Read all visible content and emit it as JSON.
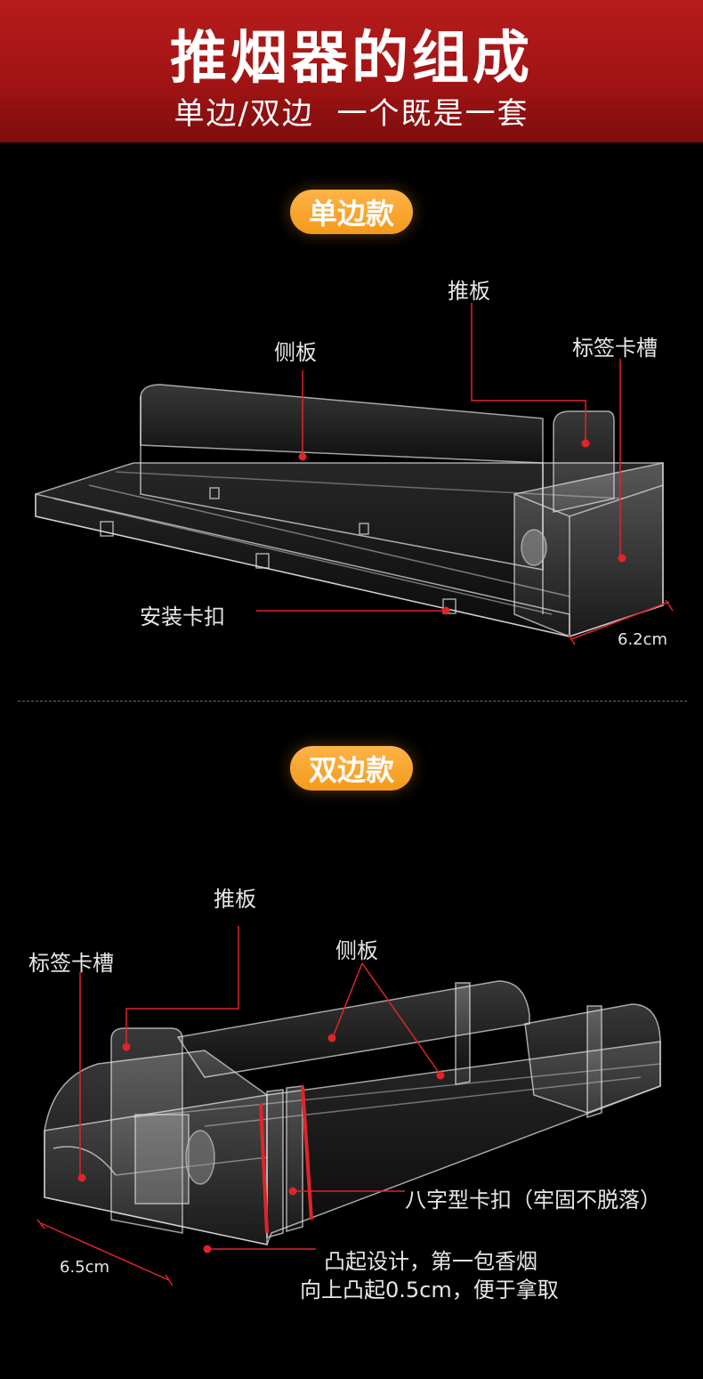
{
  "header": {
    "title": "推烟器的组成",
    "subtitle": "单边/双边  一个既是一套"
  },
  "section_single": {
    "badge": "单边款",
    "labels": {
      "push_plate": "推板",
      "side_plate": "侧板",
      "label_slot": "标签卡槽",
      "install_clip": "安装卡扣",
      "width": "6.2cm"
    }
  },
  "section_double": {
    "badge": "双边款",
    "labels": {
      "push_plate": "推板",
      "label_slot": "标签卡槽",
      "side_plate": "侧板",
      "v_clip": "八字型卡扣（牢固不脱落）",
      "raised_line1": "凸起设计，第一包香烟",
      "raised_line2": "向上凸起0.5cm，便于拿取",
      "width": "6.5cm"
    }
  },
  "colors": {
    "banner": "#a31414",
    "badge": "#f39a1b",
    "marker": "#e0242a"
  }
}
